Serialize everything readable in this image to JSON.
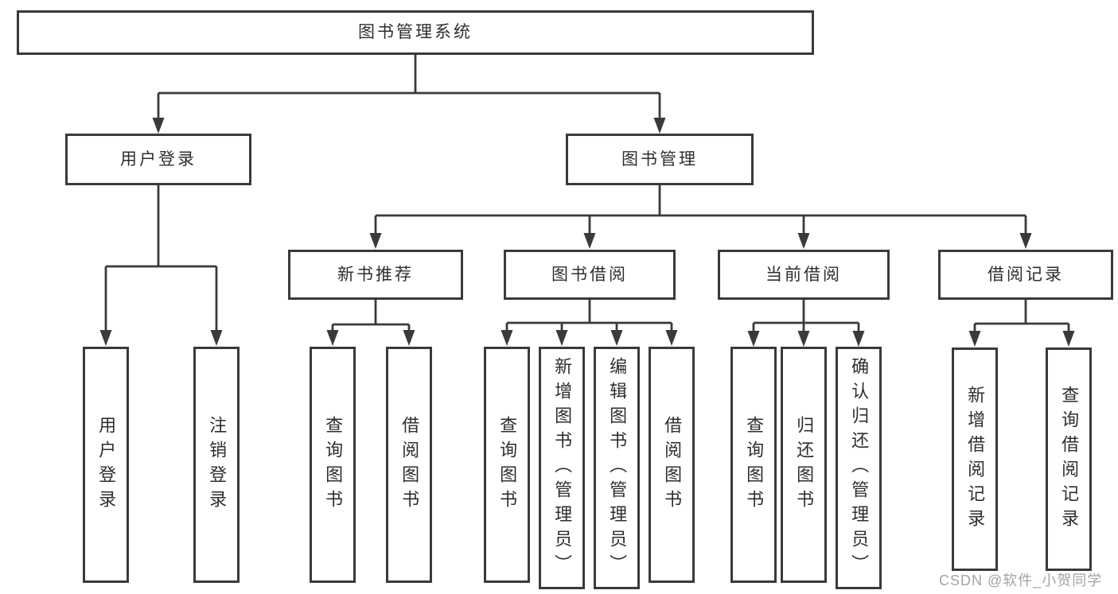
{
  "page": {
    "background": "#ffffff"
  },
  "colors": {
    "line": "#3a3a3a",
    "box_background": "#ffffff",
    "text": "#2e2e2e",
    "watermark": "#9e9e9e"
  },
  "tree": {
    "root": "图书管理系统",
    "branches": [
      {
        "label": "用户登录",
        "children": [
          "用户登录",
          "注销登录"
        ]
      },
      {
        "label": "图书管理",
        "groups": [
          {
            "label": "新书推荐",
            "children": [
              "查询图书",
              "借阅图书"
            ]
          },
          {
            "label": "图书借阅",
            "children": [
              "查询图书",
              "新增图书（管理员）",
              "编辑图书（管理员）",
              "借阅图书"
            ]
          },
          {
            "label": "当前借阅",
            "children": [
              "查询图书",
              "归还图书",
              "确认归还（管理员）"
            ]
          },
          {
            "label": "借阅记录",
            "children": [
              "新增借阅记录",
              "查询借阅记录"
            ]
          }
        ]
      }
    ]
  },
  "watermark": {
    "text": "CSDN @软件_小贺同学"
  }
}
